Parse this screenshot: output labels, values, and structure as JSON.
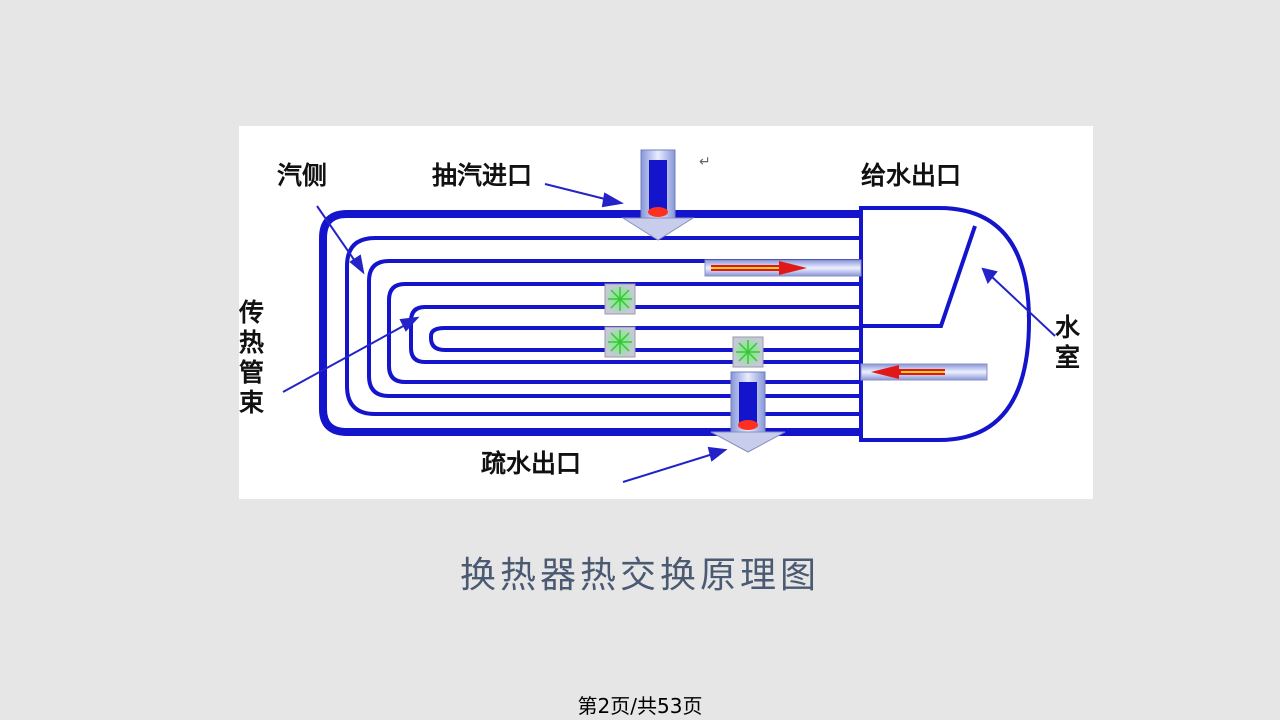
{
  "diagram": {
    "labels": {
      "steam_side": "汽侧",
      "extraction_inlet": "抽汽进口",
      "feedwater_outlet": "给水出口",
      "tube_bundle": [
        "传",
        "热",
        "管",
        "束"
      ],
      "water_chamber": [
        "水",
        "室"
      ],
      "drain_outlet": "疏水出口",
      "return_mark": "↵"
    },
    "colors": {
      "shell": "#1414cc",
      "arrow": "#2323c8",
      "flow_arrow": "#e01818",
      "nozzle": "#b8c4ec"
    }
  },
  "caption": "换热器热交换原理图",
  "footer": {
    "page_number": "第2页/共53页"
  }
}
